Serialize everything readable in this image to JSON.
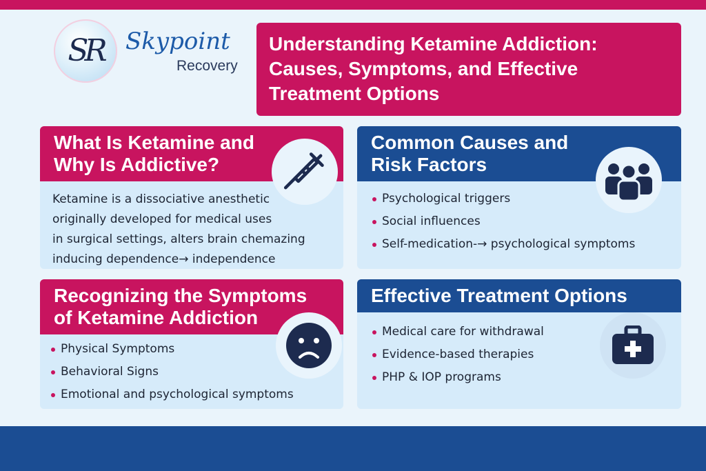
{
  "colors": {
    "pink": "#c8145f",
    "navy": "#1b4d93",
    "card_bg": "#d6ebfa",
    "page_bg": "#eaf4fb"
  },
  "logo": {
    "monogram": "SR",
    "name": "Skypoint",
    "subtitle": "Recovery"
  },
  "title": {
    "lines": [
      "Understanding Ketamine Addiction:",
      "Causes, Symptoms, and Effective",
      "Treatment Options"
    ]
  },
  "cards": [
    {
      "heading": [
        "What Is Ketamine and",
        "Why Is Addictive?"
      ],
      "icon": "syringe-icon",
      "body": [
        "Ketamine is a dissociative anesthetic",
        "originally developed for medical uses",
        "in surgical settings, alters brain chemazing",
        "inducing dependence→ independence"
      ]
    },
    {
      "heading": [
        "Common Causes and",
        "Risk Factors"
      ],
      "icon": "people-group-icon",
      "bullets": [
        "Psychological triggers",
        "Social influences",
        "Self-medication-→ psychological symptoms"
      ]
    },
    {
      "heading": [
        "Recognizing the Symptoms",
        "of Ketamine Addiction"
      ],
      "icon": "sad-face-icon",
      "bullets": [
        "Physical Symptoms",
        "Behavioral Signs",
        "Emotional and psychological symptoms"
      ]
    },
    {
      "heading": [
        "Effective Treatment Options"
      ],
      "icon": "medical-kit-icon",
      "bullets": [
        "Medical care for withdrawal",
        "Evidence-based therapies",
        "PHP & IOP programs"
      ]
    }
  ]
}
